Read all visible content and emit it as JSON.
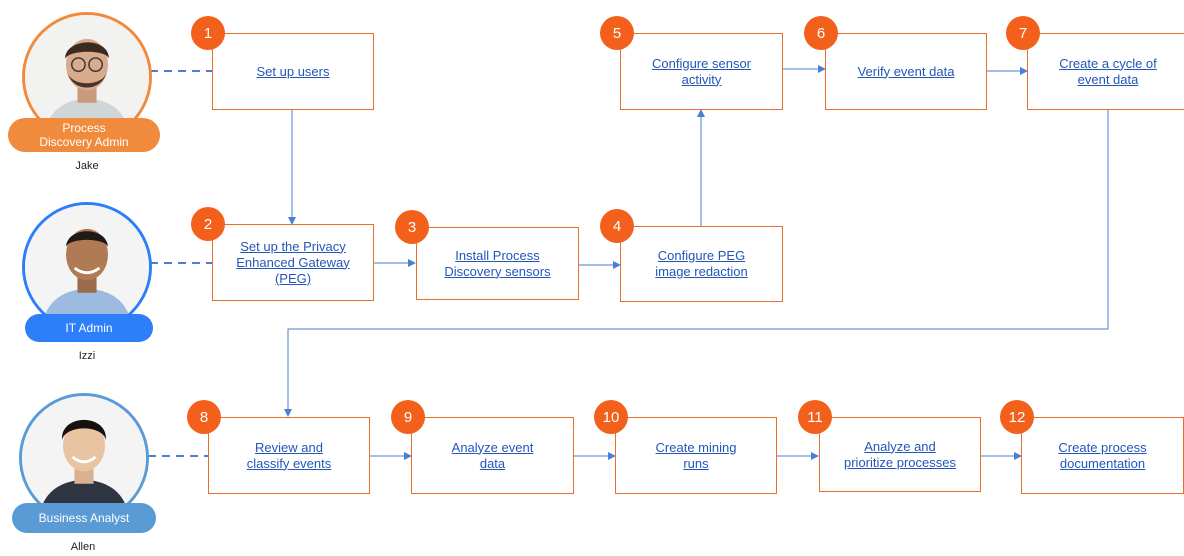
{
  "roles": [
    {
      "role": "Process Discovery Admin",
      "person": "Jake",
      "color": "#f08a3c"
    },
    {
      "role": "IT Admin",
      "person": "Izzi",
      "color": "#2d7ff9"
    },
    {
      "role": "Business Analyst",
      "person": "Allen",
      "color": "#5b9bd5"
    }
  ],
  "steps": [
    {
      "num": "1",
      "label": "Set up users"
    },
    {
      "num": "2",
      "label": "Set up the Privacy Enhanced Gateway (PEG)"
    },
    {
      "num": "3",
      "label": "Install Process Discovery sensors"
    },
    {
      "num": "4",
      "label": "Configure PEG image redaction"
    },
    {
      "num": "5",
      "label": "Configure sensor activity"
    },
    {
      "num": "6",
      "label": "Verify event data"
    },
    {
      "num": "7",
      "label": "Create a cycle of event data"
    },
    {
      "num": "8",
      "label": "Review and classify events"
    },
    {
      "num": "9",
      "label": "Analyze event data"
    },
    {
      "num": "10",
      "label": "Create mining runs"
    },
    {
      "num": "11",
      "label": "Analyze and prioritize processes"
    },
    {
      "num": "12",
      "label": "Create process documentation"
    }
  ],
  "colors": {
    "accent": "#e8702a",
    "badge": "#f2601c",
    "link": "#2456b8",
    "connector": "#4a7fd4"
  }
}
